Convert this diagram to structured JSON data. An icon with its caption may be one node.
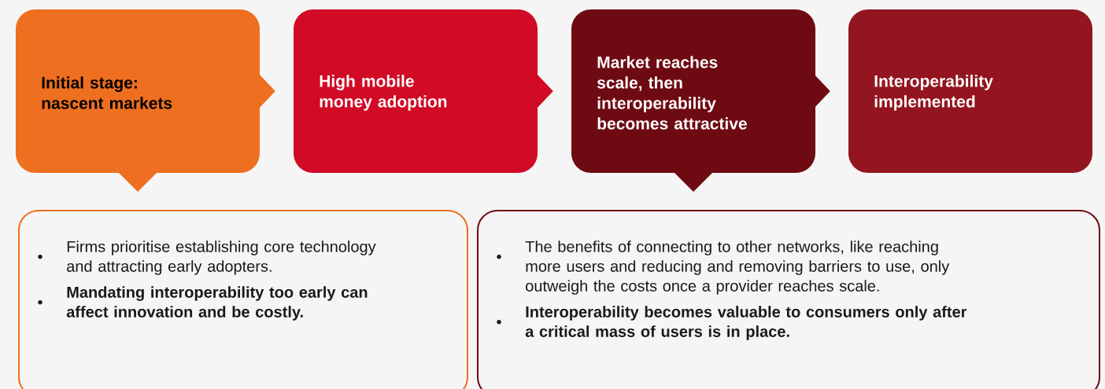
{
  "diagram": {
    "nodes": [
      {
        "text": [
          "Initial stage: nascent markets"
        ]
      },
      {
        "text": [
          "High mobile money adoption"
        ]
      },
      {
        "text": [
          "Market reaches scale, then interoperability becomes attractive"
        ]
      },
      {
        "text": [
          "Interoperability implemented"
        ]
      },
      {
        "text": [
          "Firms prioritise establishing core technology and attracting early adopters.",
          "Mandating interoperability too early can affect innovation and be costly."
        ]
      },
      {
        "text": [
          "The benefits of connecting to other networks, like reaching more users and reducing and removing barriers to use, only outweigh the costs once a provider reaches scale.",
          "Interoperability becomes valuable to consumers only after a critical mass of users is in place."
        ]
      }
    ],
    "edges": [
      {
        "from": 0,
        "to": 1,
        "arrow": "to",
        "color": "#ee6f1f"
      },
      {
        "from": 1,
        "to": 2,
        "arrow": "to",
        "color": "#d10a25"
      },
      {
        "from": 2,
        "to": 3,
        "arrow": "to",
        "color": "#6e0a12"
      },
      {
        "from": 0,
        "to": 4,
        "arrow": "to",
        "color": "#ee6f1f"
      },
      {
        "from": 2,
        "to": 5,
        "arrow": "to",
        "color": "#6e0a12"
      }
    ]
  }
}
